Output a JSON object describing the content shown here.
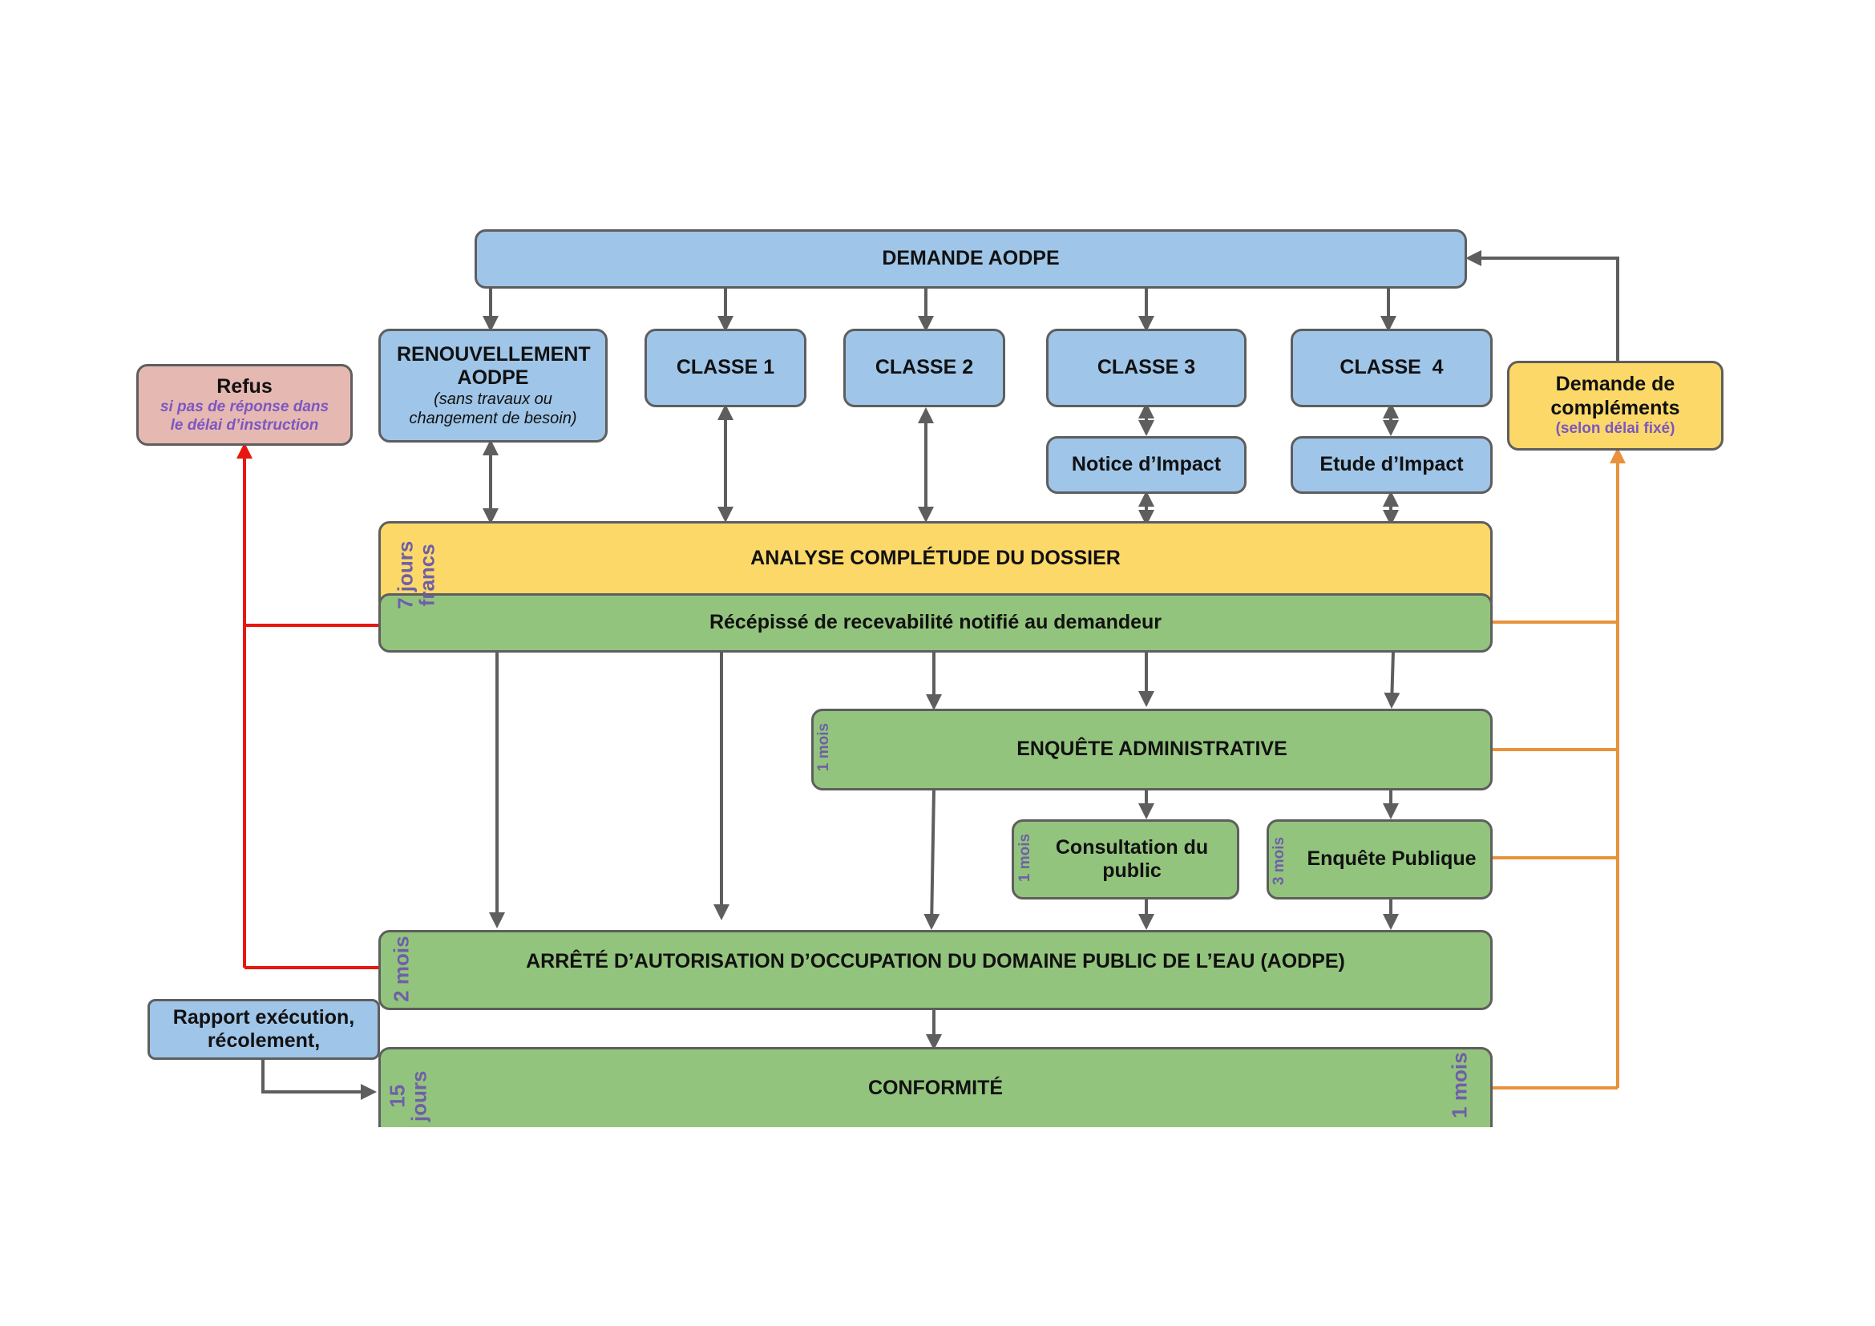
{
  "boxes": {
    "demande": "DEMANDE AODPE",
    "renouvellement_title": "RENOUVELLEMENT AODPE",
    "renouvellement_sub": "(sans travaux ou changement de besoin)",
    "classe1": "CLASSE 1",
    "classe2": "CLASSE 2",
    "classe3": "CLASSE 3",
    "classe4": "CLASSE  4",
    "notice": "Notice d’Impact",
    "etude": "Etude d’Impact",
    "refus_title": "Refus",
    "refus_sub": "si pas de réponse dans le délai d’instruction",
    "complements_title": "Demande de compléments",
    "complements_sub": "(selon délai fixé)",
    "analyse": "ANALYSE COMPLÉTUDE DU DOSSIER",
    "recepisse": "Récépissé de recevabilité notifié au demandeur",
    "enquete_admin": "ENQUÊTE ADMINISTRATIVE",
    "consultation": "Consultation du public",
    "enquete_publique": "Enquête Publique",
    "arrete": "ARRÊTÉ D’AUTORISATION D’OCCUPATION DU DOMAINE PUBLIC DE L’EAU (AODPE)",
    "rapport": "Rapport exécution, récolement,",
    "conformite": "CONFORMITÉ"
  },
  "durations": {
    "analyse": "7 jours francs",
    "enquete_admin": "1 mois",
    "consultation": "1 mois",
    "enquete_publique": "3 mois",
    "arrete": "2 mois",
    "conformite_left": "15 jours",
    "conformite_right": "1 mois"
  },
  "colors": {
    "blue": "#9fc5e8",
    "yellow": "#fcd869",
    "green": "#93c47d",
    "pink": "#e6b8b2",
    "connector": "#5e5e5e",
    "refus_line": "#e8170f",
    "complement_line": "#e8923c",
    "duration_text": "#6f5fa8"
  }
}
